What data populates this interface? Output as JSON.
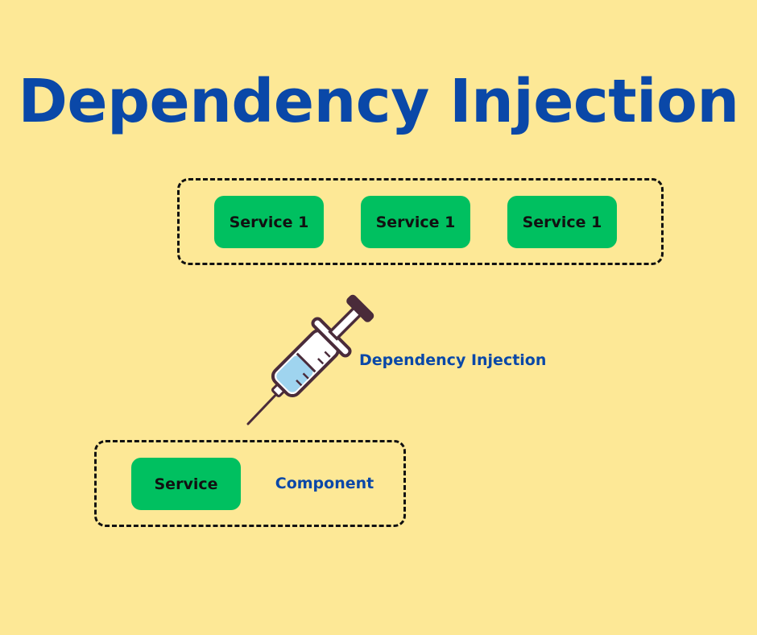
{
  "title": "Dependency Injection",
  "colors": {
    "background": "#fde896",
    "title": "#0a48a8",
    "service_box": "#00c060",
    "service_text": "#111111",
    "label": "#0a48a8",
    "border": "#111111"
  },
  "provider_group": {
    "services": [
      {
        "label": "Service 1"
      },
      {
        "label": "Service 1"
      },
      {
        "label": "Service 1"
      }
    ]
  },
  "injection": {
    "label": "Dependency Injection",
    "icon": "syringe-icon"
  },
  "consumer_group": {
    "service": {
      "label": "Service"
    },
    "component_label": "Component"
  }
}
